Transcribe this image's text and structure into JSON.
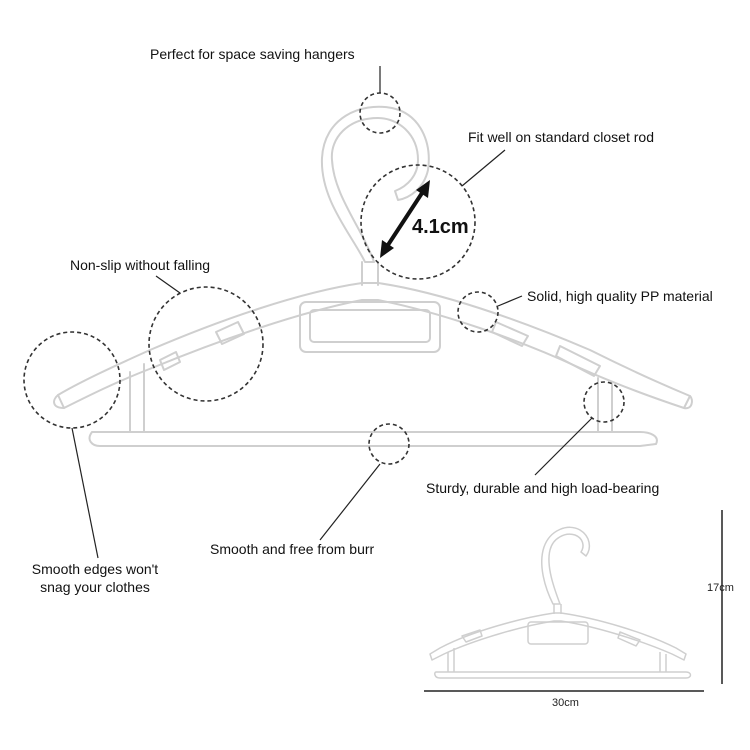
{
  "callouts": {
    "space_saving": "Perfect for space saving hangers",
    "closet_rod": "Fit well on standard closet rod",
    "non_slip": "Non-slip without falling",
    "pp_material": "Solid, high quality PP material",
    "load_bearing": "Sturdy, durable and high load-bearing",
    "smooth_burr": "Smooth and free from burr",
    "smooth_edges_line1": "Smooth edges won't",
    "smooth_edges_line2": "snag your clothes"
  },
  "dimensions": {
    "hook_gap": "4.1cm",
    "height": "17cm",
    "width": "30cm"
  }
}
